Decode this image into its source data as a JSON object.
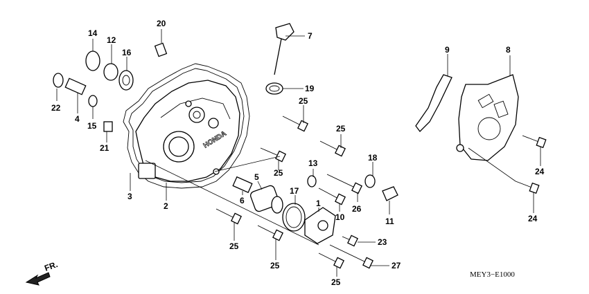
{
  "diagram": {
    "reference_code": "MEY3−E1000",
    "direction_label": "FR.",
    "brand_mark": "HONDA",
    "callouts": [
      "20",
      "14",
      "12",
      "16",
      "7",
      "22",
      "4",
      "15",
      "21",
      "19",
      "25",
      "25",
      "8",
      "9",
      "3",
      "2",
      "25",
      "13",
      "18",
      "5",
      "6",
      "17",
      "26",
      "10",
      "1",
      "11",
      "24",
      "24",
      "25",
      "23",
      "25",
      "27",
      "25"
    ]
  }
}
